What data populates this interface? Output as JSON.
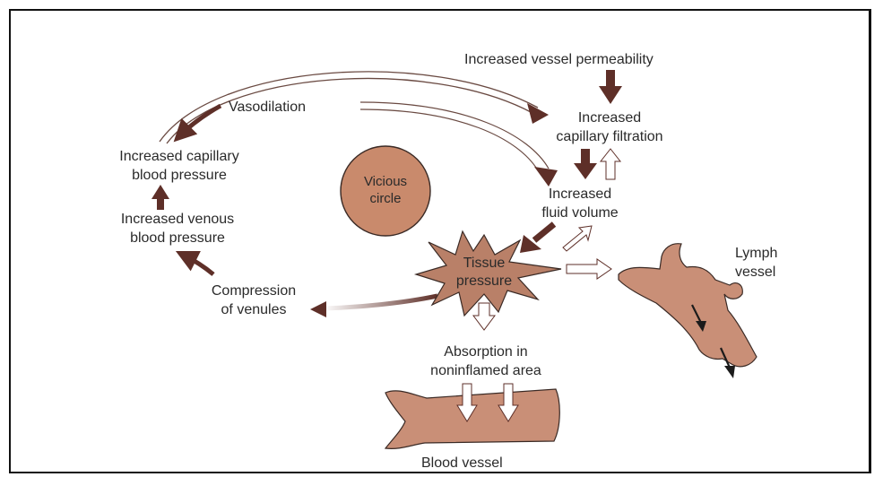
{
  "diagram": {
    "labels": {
      "increased_vessel_permeability": "Increased vessel permeability",
      "increased_capillary_filtration": [
        "Increased",
        "capillary filtration"
      ],
      "vasodilation": "Vasodilation",
      "increased_capillary_blood_pressure": [
        "Increased capillary",
        "blood pressure"
      ],
      "vicious_circle": [
        "Vicious",
        "circle"
      ],
      "increased_fluid_volume": [
        "Increased",
        "fluid volume"
      ],
      "increased_venous_blood_pressure": [
        "Increased venous",
        "blood pressure"
      ],
      "lymph_vessel": [
        "Lymph",
        "vessel"
      ],
      "tissue_pressure": [
        "Tissue",
        "pressure"
      ],
      "compression_of_venules": [
        "Compression",
        "of venules"
      ],
      "absorption": [
        "Absorption in",
        "noninflamed area"
      ],
      "blood_vessel": "Blood vessel"
    },
    "colors": {
      "brown_arrow": "#5e2f28",
      "circle_fill": "#c98a6c",
      "vessel_fill": "#c98f77",
      "star_fill": "#b98068",
      "outline": "#3a2a25"
    }
  }
}
